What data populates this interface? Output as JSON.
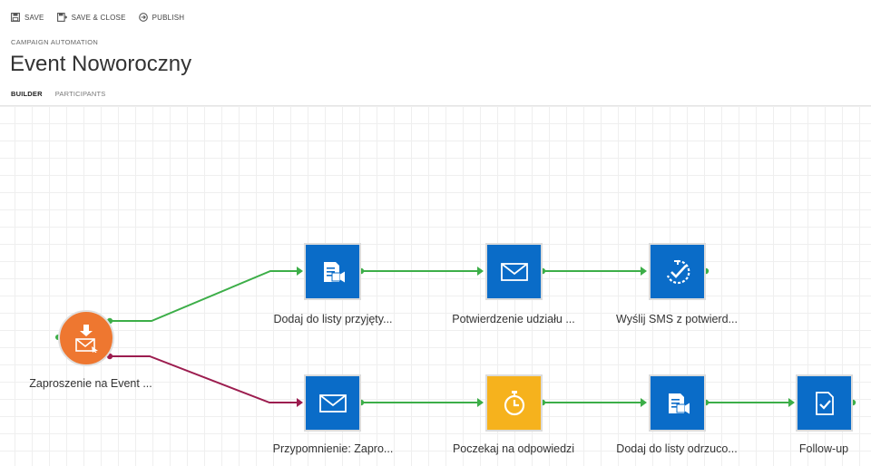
{
  "toolbar": {
    "save_label": "SAVE",
    "save_close_label": "SAVE & CLOSE",
    "publish_label": "PUBLISH"
  },
  "header": {
    "eyebrow": "CAMPAIGN AUTOMATION",
    "title": "Event Noworoczny"
  },
  "tabs": [
    {
      "label": "BUILDER",
      "active": true
    },
    {
      "label": "PARTICIPANTS",
      "active": false
    }
  ],
  "colors": {
    "blue_tile": "#0a6cc8",
    "yellow_tile": "#f6b21d",
    "start_node": "#ee7730",
    "success_connector": "#3cae48",
    "failure_connector": "#9c1d4f"
  },
  "flow": {
    "start": {
      "label": "Zaproszenie na Event ...",
      "icon": "email-trigger-icon"
    },
    "top_branch": [
      {
        "label": "Dodaj do listy przyjęty...",
        "icon": "add-to-list-icon"
      },
      {
        "label": "Potwierdzenie udziału ...",
        "icon": "email-icon"
      },
      {
        "label": "Wyślij SMS z potwierd...",
        "icon": "sms-icon"
      }
    ],
    "bottom_branch": [
      {
        "label": "Przypomnienie: Zapro...",
        "icon": "email-icon"
      },
      {
        "label": "Poczekaj na odpowiedzi",
        "icon": "timer-icon"
      },
      {
        "label": "Dodaj do listy odrzuco...",
        "icon": "add-to-list-icon"
      },
      {
        "label": "Follow-up",
        "icon": "task-icon"
      }
    ]
  }
}
